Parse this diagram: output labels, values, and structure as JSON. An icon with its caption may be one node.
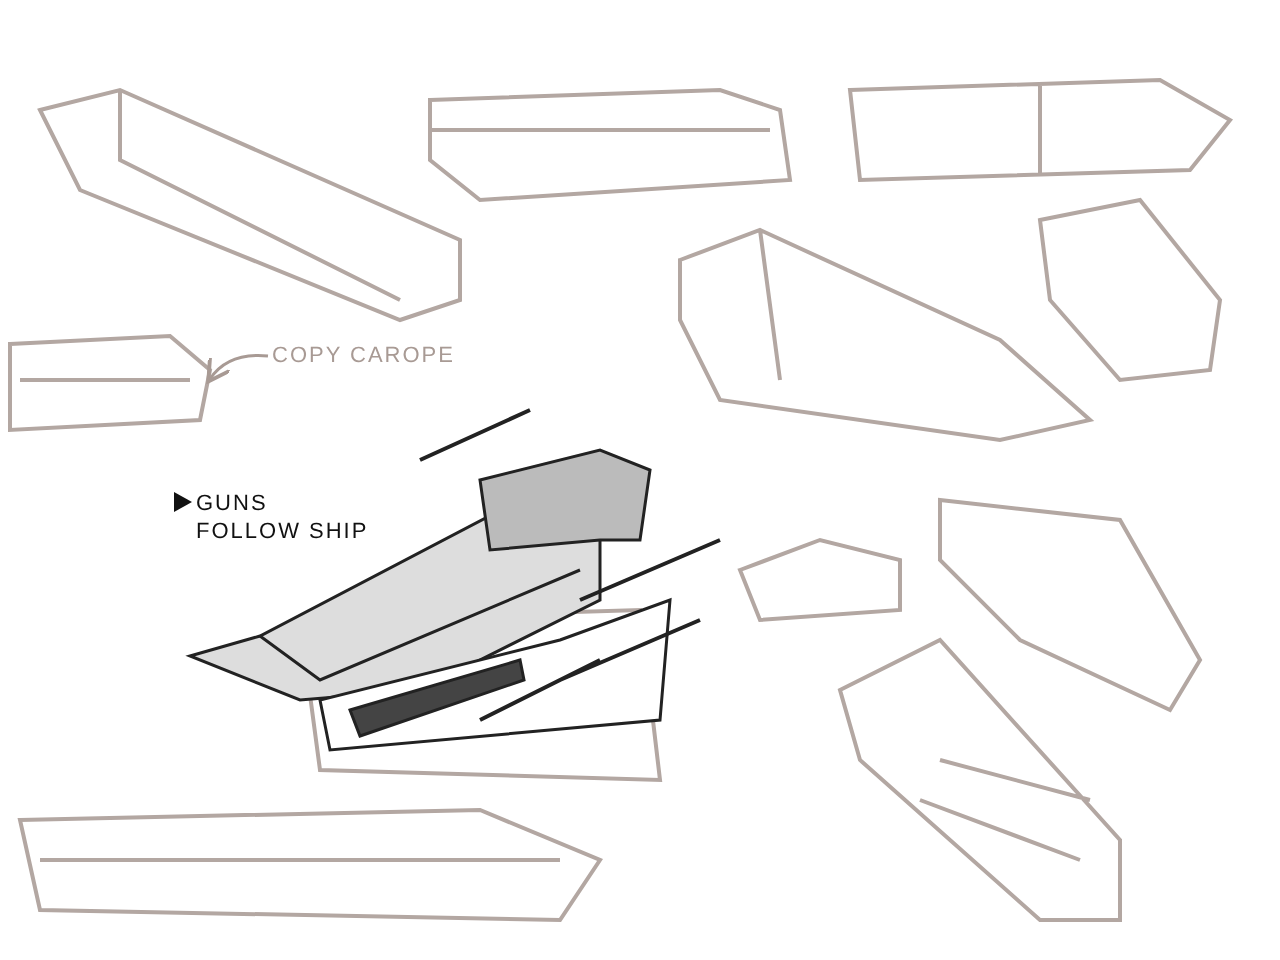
{
  "diagram": {
    "nodes": [
      {
        "text": [
          "COPY CAROPE"
        ]
      },
      {
        "text": [],
        "shape": "picture"
      }
    ],
    "edges": [
      {
        "from": 0,
        "to": 1,
        "arrow": "to"
      }
    ],
    "labels": [
      "GUNS FOLLOW SHIP"
    ]
  }
}
